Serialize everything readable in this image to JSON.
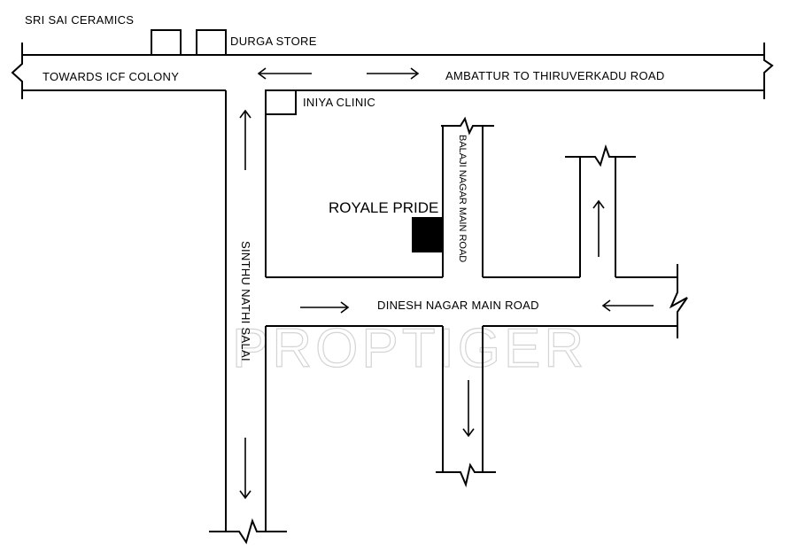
{
  "labels": {
    "sri_sai_ceramics": "SRI SAI  CERAMICS",
    "durga_store": "DURGA STORE",
    "towards_icf_colony": "TOWARDS ICF COLONY",
    "ambattur_road": "AMBATTUR TO THIRUVERKADU ROAD",
    "iniya_clinic": "INIYA CLINIC",
    "balaji_nagar": "BALAJI NAGAR MAIN ROAD",
    "royale_pride": "ROYALE PRIDE",
    "sinthu_nathi_salai": "SINTHU NATHI SALAI",
    "dinesh_nagar": "DINESH NAGAR MAIN ROAD",
    "watermark": "PROPTIGER"
  },
  "colors": {
    "ink": "#000000",
    "background": "#ffffff",
    "watermark": "#d4d4d4"
  }
}
